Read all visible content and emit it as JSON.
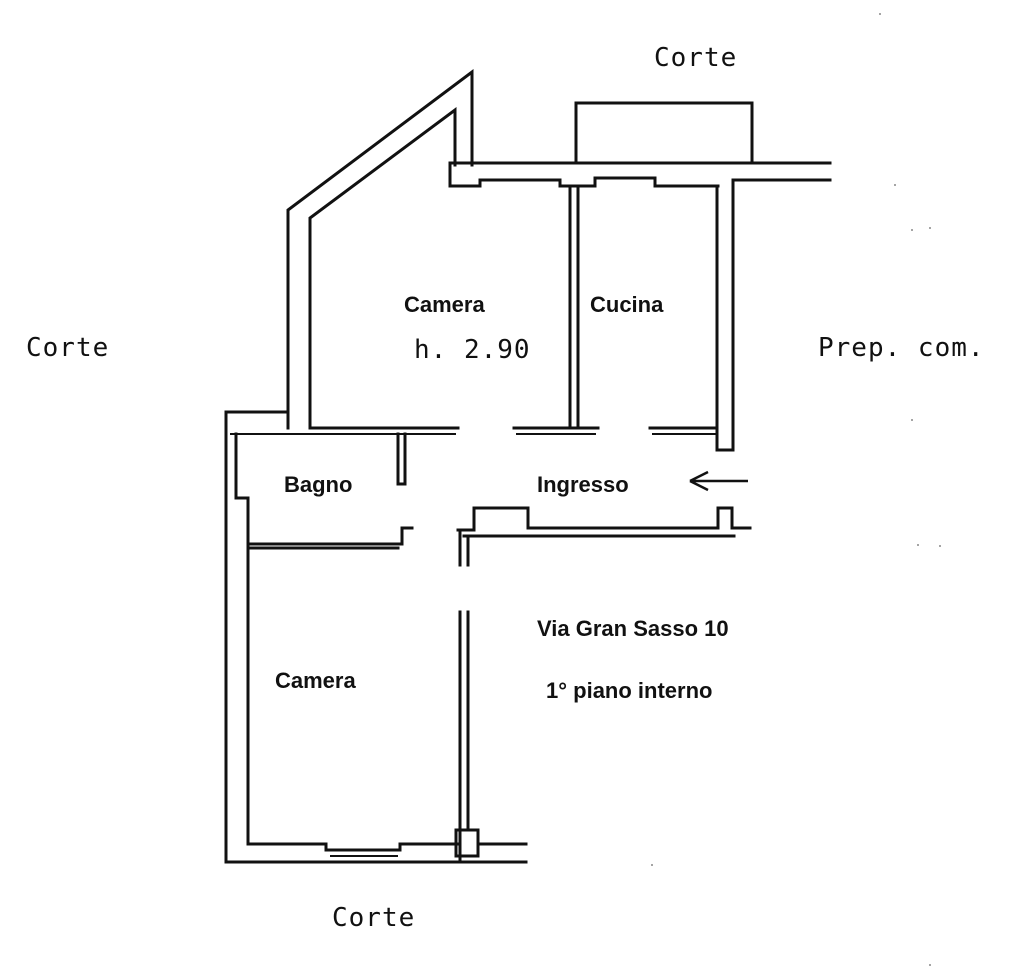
{
  "surroundings": {
    "corte_top": "Corte",
    "corte_left": "Corte",
    "corte_bottom": "Corte",
    "prep_com": "Prep. com."
  },
  "rooms": {
    "camera_upper": "Camera",
    "ceiling_height": "h. 2.90",
    "cucina": "Cucina",
    "bagno": "Bagno",
    "ingresso": "Ingresso",
    "camera_lower": "Camera"
  },
  "address": {
    "street": "Via Gran Sasso 10",
    "floor": "1° piano interno"
  },
  "icons": {
    "entrance": "arrow-left-icon"
  }
}
